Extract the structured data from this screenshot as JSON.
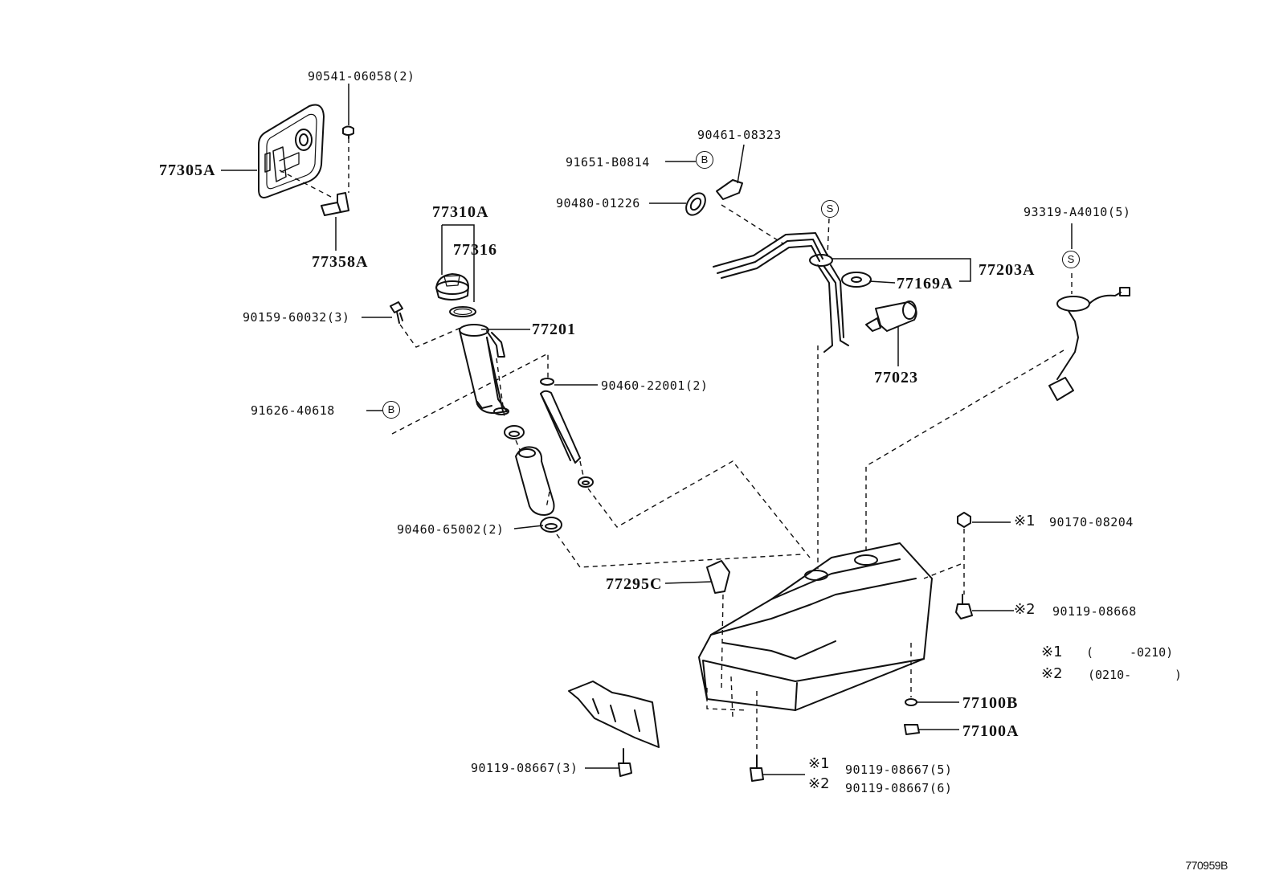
{
  "figure_id": "770959B",
  "parts": {
    "p_90541_06058": "90541-06058(2)",
    "p_77305A": "77305A",
    "p_77358A": "77358A",
    "p_77310A": "77310A",
    "p_77316": "77316",
    "p_90159_60032": "90159-60032(3)",
    "p_77201": "77201",
    "p_90460_22001": "90460-22001(2)",
    "p_91626_40618": "91626-40618",
    "p_90460_65002": "90460-65002(2)",
    "p_91651_B0814": "91651-B0814",
    "p_90461_08323": "90461-08323",
    "p_90480_01226": "90480-01226",
    "p_77203A": "77203A",
    "p_77169A": "77169A",
    "p_77023": "77023",
    "p_93319_A4010": "93319-A4010(5)",
    "p_90170_08204": "90170-08204",
    "p_90119_08668": "90119-08668",
    "p_77295C": "77295C",
    "p_77100B": "77100B",
    "p_77100A": "77100A",
    "p_90119_08667_3": "90119-08667(3)",
    "p_90119_08667_5": "90119-08667(5)",
    "p_90119_08667_6": "90119-08667(6)"
  },
  "callouts": {
    "b": "B",
    "s": "S"
  },
  "marks": {
    "m1": "※1",
    "m2": "※2"
  },
  "notes": {
    "n1_open": "(",
    "n1_range": "-0210)",
    "n2_open": "(0210-",
    "n2_close": ")"
  }
}
